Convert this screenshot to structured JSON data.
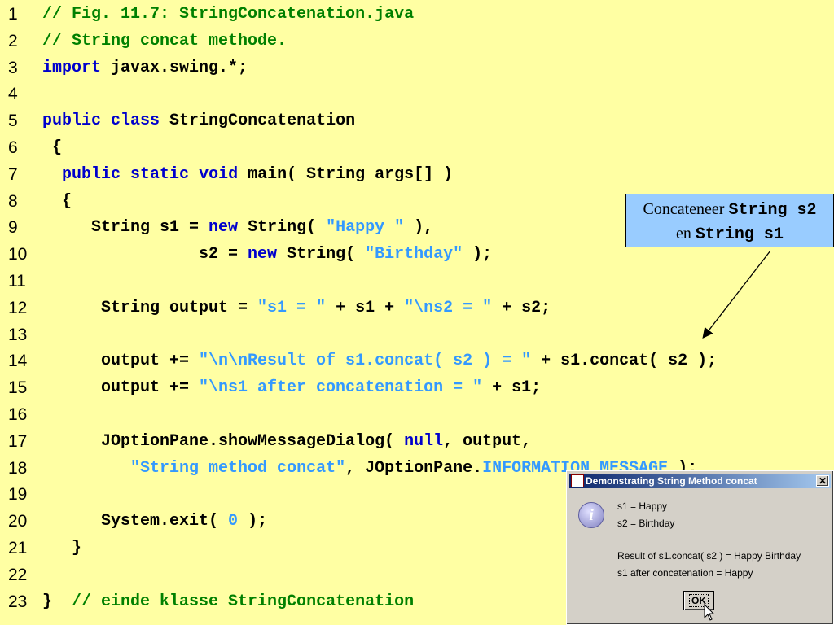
{
  "code": {
    "line_numbers": [
      "1",
      "2",
      "3",
      "4",
      "5",
      "6",
      "7",
      "8",
      "9",
      "10",
      "11",
      "12",
      "13",
      "14",
      "15",
      "16",
      "17",
      "18",
      "19",
      "20",
      "21",
      "22",
      "23"
    ],
    "l1": {
      "comment": "// Fig. 11.7: StringConcatenation.java"
    },
    "l2": {
      "comment": "// String concat methode."
    },
    "l3": {
      "kw": "import",
      "rest": " javax.swing.*;"
    },
    "l5": {
      "kw1": "public",
      "kw2": "class",
      "rest": " StringConcatenation"
    },
    "l6": {
      "text": " {"
    },
    "l7": {
      "kw1": "public",
      "kw2": "static",
      "kw3": "void",
      "rest": " main( String args[] )"
    },
    "l8": {
      "text": "  {"
    },
    "l9": {
      "a": "     String s1 = ",
      "kw": "new",
      "b": " String( ",
      "str": "\"Happy \"",
      "c": " ),"
    },
    "l10": {
      "a": "                s2 = ",
      "kw": "new",
      "b": " String( ",
      "str": "\"Birthday\"",
      "c": " );"
    },
    "l12": {
      "a": "      String output = ",
      "s1": "\"s1 = \"",
      "b": " + s1 + ",
      "s2": "\"\\ns2 = \"",
      "c": " + s2;"
    },
    "l14": {
      "a": "      output += ",
      "s1": "\"\\n\\nResult of s1.concat( s2 ) = \"",
      "b": " + s1.concat( s2 );"
    },
    "l15": {
      "a": "      output += ",
      "s1": "\"\\ns1 after concatenation = \"",
      "b": " + s1;"
    },
    "l17": {
      "a": "      JOptionPane.showMessageDialog( ",
      "kw": "null",
      "b": ", output,"
    },
    "l18": {
      "a": "         ",
      "str": "\"String method concat\"",
      "b": ", JOptionPane.",
      "c": "INFORMATION_MESSAGE",
      "d": " );"
    },
    "l20": {
      "a": "      System.exit( ",
      "num": "0",
      "b": " );"
    },
    "l21": {
      "text": "   }"
    },
    "l23": {
      "a": "}  ",
      "comment": "// einde klasse StringConcatenation"
    }
  },
  "callout": {
    "line1_text": "Concateneer ",
    "line1_code": "String s2",
    "line2_text": "en ",
    "line2_code": "String s1"
  },
  "dialog": {
    "title": "Demonstrating String Method concat",
    "close_glyph": "✕",
    "icon_glyph": "i",
    "messages": [
      "s1 = Happy",
      "s2 = Birthday",
      "Result of s1.concat( s2 ) = Happy Birthday",
      "s1 after concatenation = Happy"
    ],
    "ok_label": "OK"
  },
  "colors": {
    "background": "#ffffa3",
    "keyword": "#0000cc",
    "comment": "#008000",
    "string": "#3399ff",
    "callout_bg": "#99ccff"
  }
}
